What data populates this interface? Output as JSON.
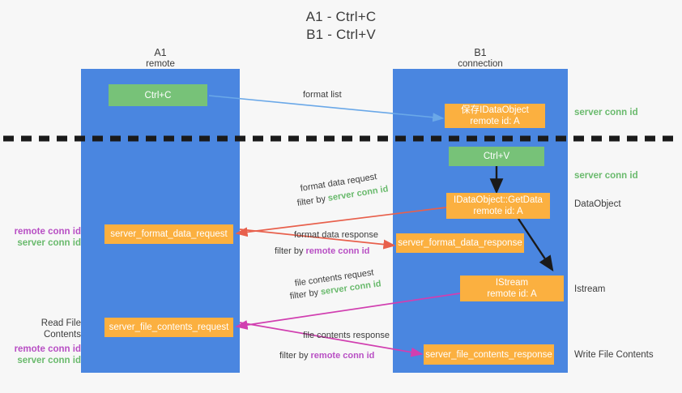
{
  "title": {
    "line1": "A1 - Ctrl+C",
    "line2": "B1 - Ctrl+V"
  },
  "columns": [
    {
      "name": "A1",
      "sub": "remote"
    },
    {
      "name": "B1",
      "sub": "connection"
    }
  ],
  "colors": {
    "lane": "#4a86e0",
    "green_box": "#77c278",
    "orange_box": "#fbb040",
    "server_conn": "#6aba6d",
    "remote_conn": "#b84fc4",
    "arrow_blue": "#6aa8e8",
    "arrow_red": "#e8604c",
    "arrow_magenta": "#d13fb0",
    "arrow_black": "#1a1a1a",
    "background": "#f7f7f7",
    "text": "#3c3c3c"
  },
  "nodes": {
    "ctrl_c": {
      "label": "Ctrl+C"
    },
    "save_idataobject": {
      "line1": "保存IDataObject",
      "line2": "remote id: A"
    },
    "ctrl_v": {
      "label": "Ctrl+V"
    },
    "getdata": {
      "line1": "IDataObject::GetData",
      "line2": "remote id: A"
    },
    "server_format_data_request": {
      "label": "server_format_data_request"
    },
    "server_format_data_response": {
      "label": "server_format_data_response"
    },
    "istream": {
      "line1": "IStream",
      "line2": "remote id: A"
    },
    "server_file_contents_request": {
      "label": "server_file_contents_request"
    },
    "server_file_contents_response": {
      "label": "server_file_contents_response"
    }
  },
  "edge_labels": {
    "format_list": "format list",
    "format_data_request": "format data request",
    "format_data_request_filter_prefix": "filter by ",
    "format_data_request_filter_value": "server conn id",
    "format_data_response": "format data response",
    "format_data_response_filter_prefix": "filter by ",
    "format_data_response_filter_value": "remote conn id",
    "file_contents_request": "file contents request",
    "file_contents_request_filter_prefix": "filter by ",
    "file_contents_request_filter_value": "server conn id",
    "file_contents_response": "file contents response",
    "file_contents_response_filter_prefix": "filter by ",
    "file_contents_response_filter_value": "remote conn id"
  },
  "right_labels": {
    "server_conn_top": "server conn id",
    "server_conn_mid": "server conn id",
    "dataobject": "DataObject",
    "istream": "Istream",
    "write_file_contents": "Write File Contents"
  },
  "left_labels": {
    "remote_conn_1": "remote conn id",
    "server_conn_1": "server conn id",
    "read_file_contents": "Read File Contents",
    "remote_conn_2": "remote conn id",
    "server_conn_2": "server conn id"
  }
}
